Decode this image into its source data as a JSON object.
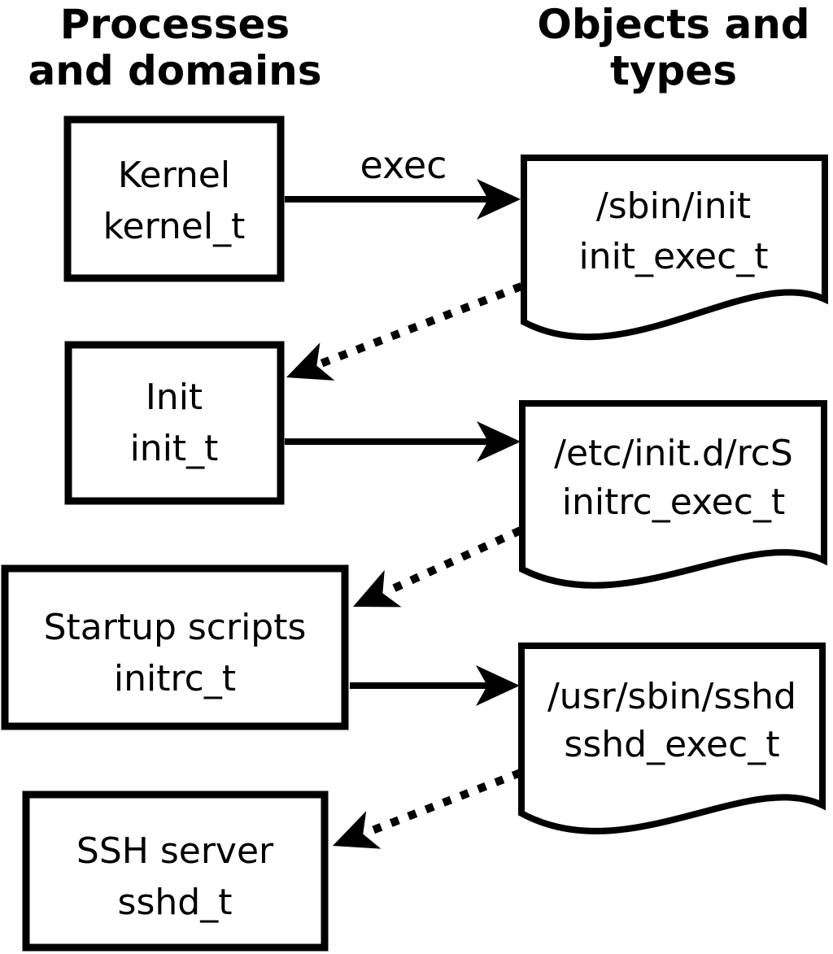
{
  "diagram": {
    "left_header": {
      "line1": "Processes",
      "line2": "and domains"
    },
    "right_header": {
      "line1": "Objects and",
      "line2": "types"
    },
    "exec_label": "exec",
    "processes": [
      {
        "label": "Kernel",
        "domain": "kernel_t"
      },
      {
        "label": "Init",
        "domain": "init_t"
      },
      {
        "label": "Startup scripts",
        "domain": "initrc_t"
      },
      {
        "label": "SSH server",
        "domain": "sshd_t"
      }
    ],
    "objects": [
      {
        "path": "/sbin/init",
        "type": "init_exec_t"
      },
      {
        "path": "/etc/init.d/rcS",
        "type": "initrc_exec_t"
      },
      {
        "path": "/usr/sbin/sshd",
        "type": "sshd_exec_t"
      }
    ],
    "colors": {
      "foreground": "#000000",
      "background": "#ffffff"
    }
  }
}
